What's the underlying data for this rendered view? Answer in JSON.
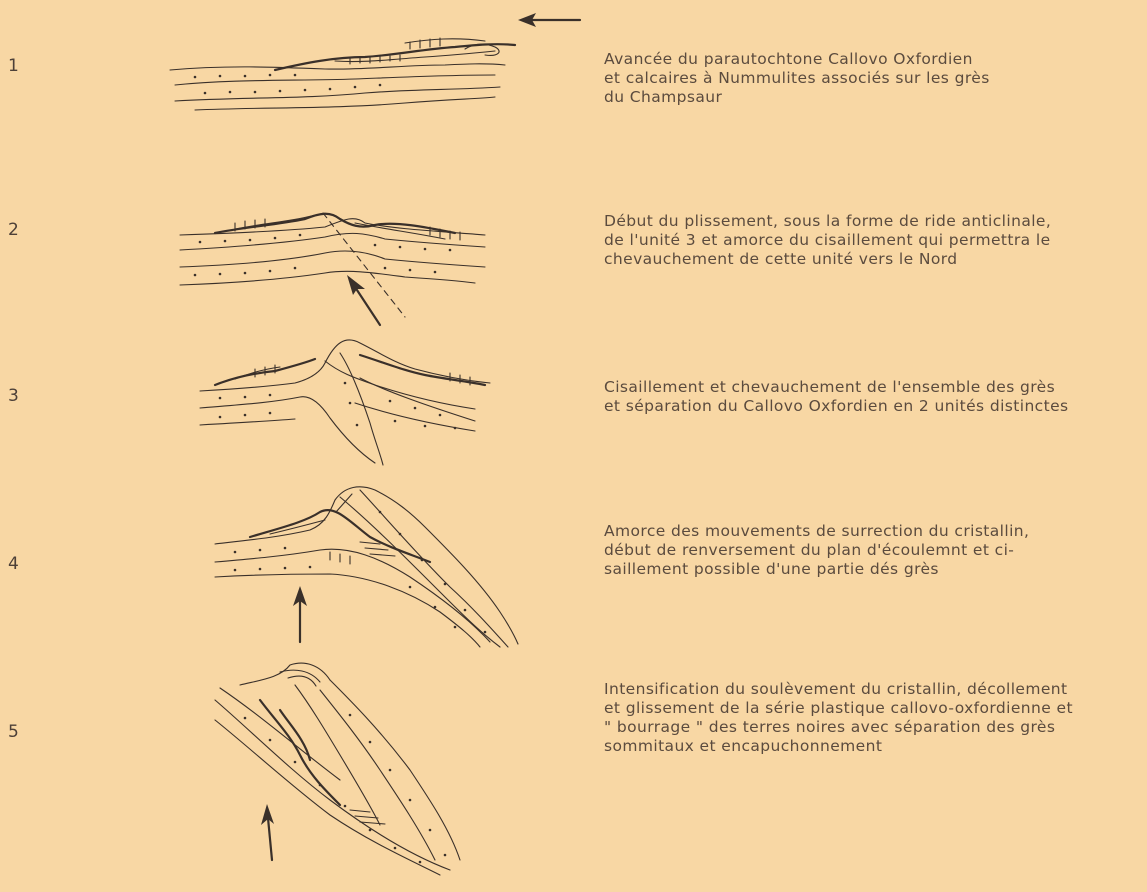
{
  "stages": [
    {
      "number": "1",
      "caption": [
        "Avancée du parautochtone Callovo Oxfordien",
        "et calcaires à Nummulites associés sur les grès",
        "du Champsaur"
      ]
    },
    {
      "number": "2",
      "caption": [
        "Début du plissement, sous la forme de ride anticlinale,",
        "de l'unité 3 et amorce du cisaillement qui permettra le",
        "chevauchement de cette unité vers le Nord"
      ]
    },
    {
      "number": "3",
      "caption": [
        "Cisaillement et chevauchement de l'ensemble des grès",
        "et séparation du Callovo Oxfordien en 2 unités distinctes"
      ]
    },
    {
      "number": "4",
      "caption": [
        "Amorce des mouvements de surrection du cristallin,",
        "début de renversement du plan d'écoulemnt et ci-",
        "saillement possible d'une partie dés grès"
      ]
    },
    {
      "number": "5",
      "caption": [
        "Intensification du soulèvement du cristallin, décollement",
        "et glissement de la série plastique callovo-oxfordienne et",
        "\" bourrage \" des terres noires avec séparation des grès",
        "sommitaux et encapuchonnement"
      ]
    }
  ],
  "icons": {
    "top_arrow": "left-arrow-icon",
    "stage_arrows": "up-arrow-icon"
  }
}
